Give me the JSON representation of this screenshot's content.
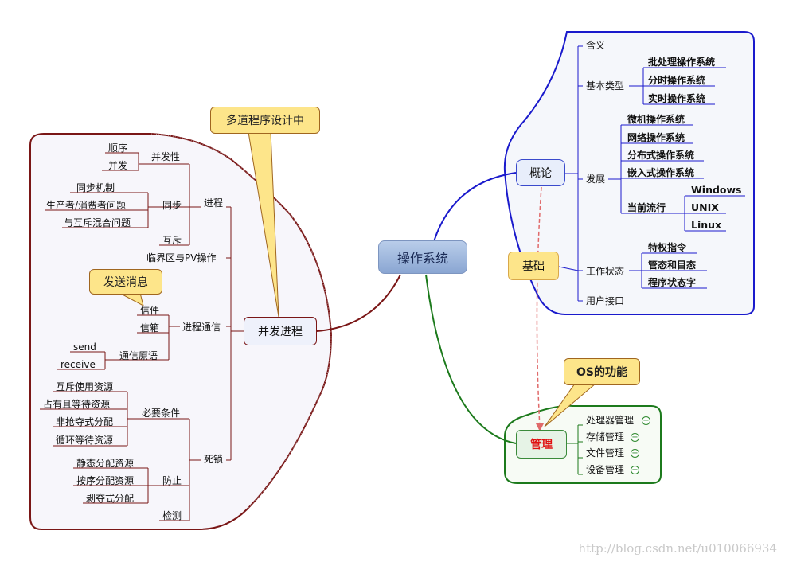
{
  "root": "操作系统",
  "callouts": {
    "multiprogram": "多道程序设计中",
    "send_message": "发送消息",
    "os_function": "OS的功能"
  },
  "overview": {
    "label": "概论",
    "meaning": "含义",
    "basic_types": {
      "label": "基本类型",
      "items": [
        "批处理操作系统",
        "分时操作系统",
        "实时操作系统"
      ]
    },
    "development": {
      "label": "发展",
      "items": [
        "微机操作系统",
        "网络操作系统",
        "分布式操作系统",
        "嵌入式操作系统"
      ],
      "popular": {
        "label": "当前流行",
        "items": [
          "Windows",
          "UNIX",
          "Linux"
        ]
      }
    },
    "work_state": {
      "label": "工作状态",
      "items": [
        "特权指令",
        "管态和目态",
        "程序状态字"
      ]
    },
    "user_interface": "用户接口"
  },
  "foundation": "基础",
  "management": {
    "label": "管理",
    "items": [
      "处理器管理",
      "存储管理",
      "文件管理",
      "设备管理"
    ]
  },
  "concurrency": {
    "label": "并发进程",
    "process": {
      "label": "进程",
      "concurrency": {
        "label": "并发性",
        "items": [
          "顺序",
          "并发"
        ]
      },
      "sync": {
        "label": "同步",
        "items": [
          "同步机制",
          "生产者/消费者问题",
          "与互斥混合问题"
        ]
      },
      "mutex": "互斥"
    },
    "critical": "临界区与PV操作",
    "comm": {
      "label": "进程通信",
      "letter": "信件",
      "mailbox": "信箱",
      "primitives": {
        "label": "通信原语",
        "items": [
          "send",
          "receive"
        ]
      }
    },
    "deadlock": {
      "label": "死锁",
      "necessary": {
        "label": "必要条件",
        "items": [
          "互斥使用资源",
          "占有且等待资源",
          "非抢夺式分配",
          "循环等待资源"
        ]
      },
      "prevent": {
        "label": "防止",
        "items": [
          "静态分配资源",
          "按序分配资源",
          "剥夺式分配"
        ]
      },
      "detect": "检测"
    }
  },
  "watermark": "http://blog.csdn.net/u010066934",
  "colors": {
    "blue": "#1a1acc",
    "green": "#1c7a1c",
    "maroon": "#7a1616",
    "callout_fill": "#fde58a",
    "red_text": "#e01010"
  }
}
